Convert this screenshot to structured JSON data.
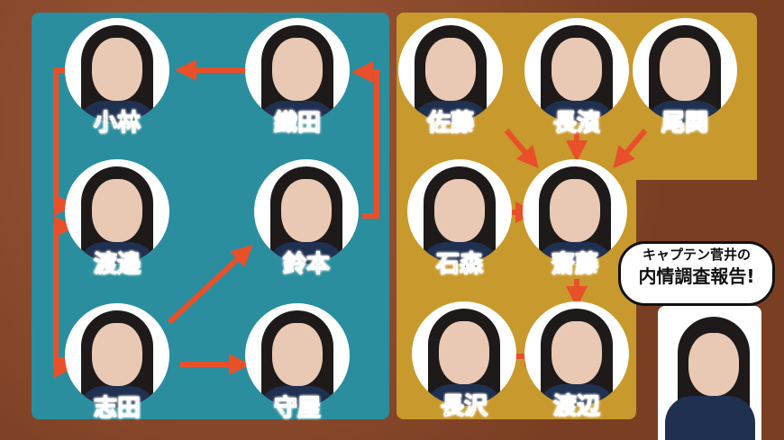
{
  "groups": {
    "left": {
      "members": [
        {
          "name": "小林"
        },
        {
          "name": "織田"
        },
        {
          "name": "渡邉"
        },
        {
          "name": "鈴本"
        },
        {
          "name": "志田"
        },
        {
          "name": "守屋"
        }
      ]
    },
    "right": {
      "members": [
        {
          "name": "佐藤"
        },
        {
          "name": "長濱"
        },
        {
          "name": "尾関"
        },
        {
          "name": "石森"
        },
        {
          "name": "齋藤"
        },
        {
          "name": "長沢"
        },
        {
          "name": "渡辺"
        }
      ]
    }
  },
  "caption": {
    "line1": "キャプテン菅井の",
    "line2": "内情調査報告!"
  },
  "colors": {
    "teal": "#2a8e9e",
    "gold": "#c8992c",
    "arrow": "#e8502a",
    "name": "#3daa35"
  }
}
